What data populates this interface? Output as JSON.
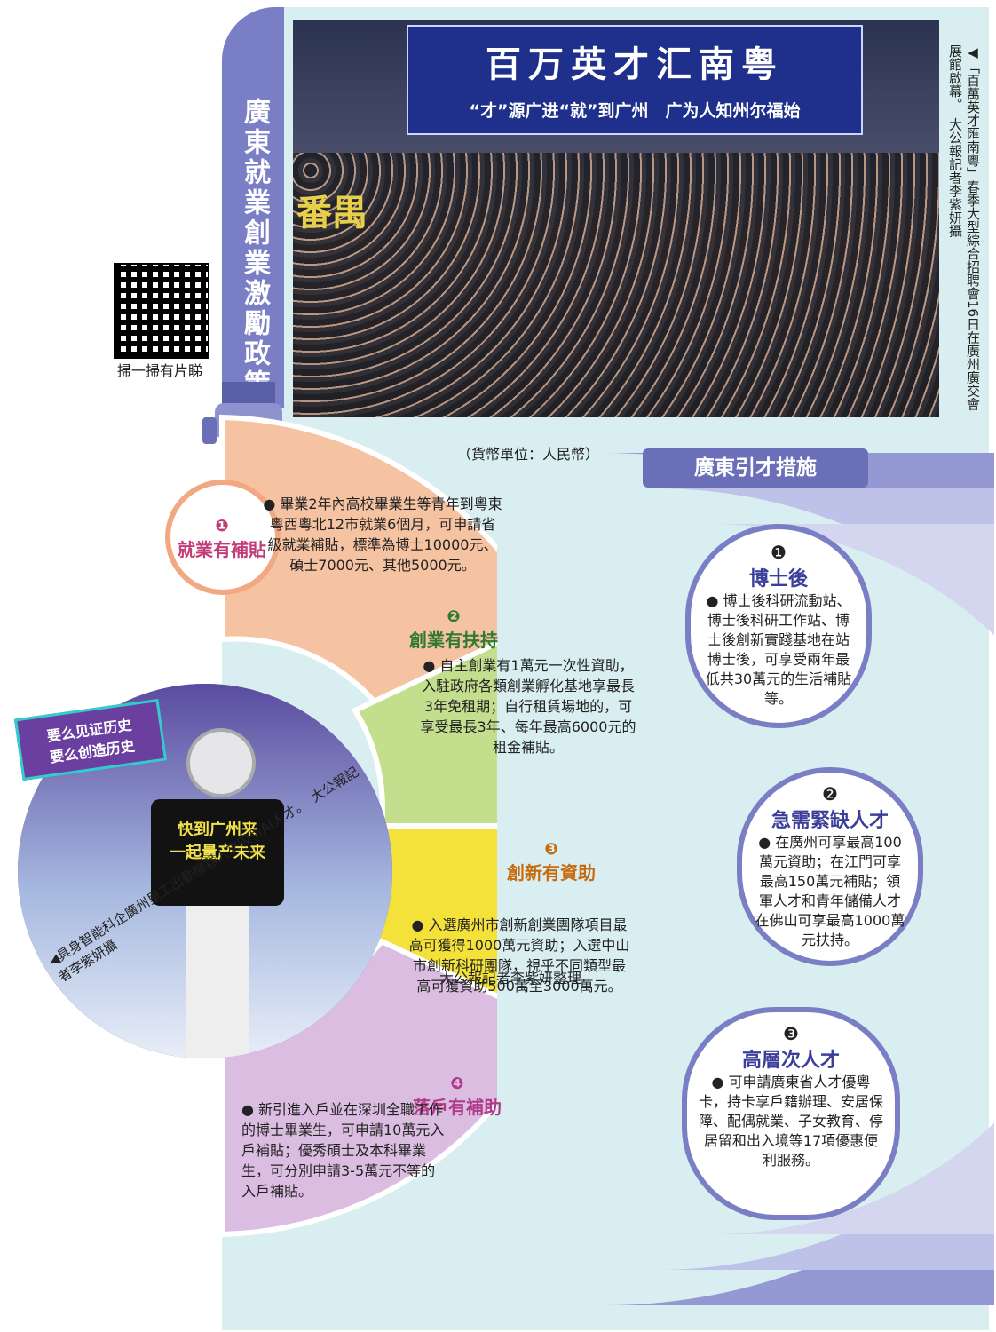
{
  "vertical_title": "廣東就業創業激勵政策",
  "photo": {
    "banner_title": "百万英才汇南粤",
    "banner_subtitle": "“才”源广进“就”到广州　广为人知州尔福始",
    "sign_text": "番禺",
    "caption": "◀「百萬英才匯南粵」春季大型綜合招聘會16日在廣州廣交會展館啟幕。　大公報記者李紫妍攝"
  },
  "qr": {
    "label": "掃一掃有片睇"
  },
  "currency_note": "（貨幣單位：人民幣）",
  "left": {
    "sectors": [
      {
        "num": "❶",
        "title": "就業有補貼",
        "text": "● 畢業2年內高校畢業生等青年到粵東粵西粵北12市就業6個月，可申請省級就業補貼，標準為博士10000元、碩士7000元、其他5000元。"
      },
      {
        "num": "❷",
        "title": "創業有扶持",
        "text": "● 自主創業有1萬元一次性資助，入駐政府各類創業孵化基地享最長3年免租期；自行租賃場地的，可享受最長3年、每年最高6000元的租金補貼。"
      },
      {
        "num": "❸",
        "title": "創新有資助",
        "text": "● 入選廣州市創新創業團隊項目最高可獲得1000萬元資助；入選中山市創新科研團隊，視乎不同類型最高可獲資助500萬至3000萬元。"
      },
      {
        "num": "❹",
        "title": "落戶有補助",
        "text": "● 新引進入戶並在深圳全職工作的博士畢業生，可申請10萬元入戶補貼；優秀碩士及本科畢業生，可分別申請3-5萬元不等的入戶補貼。"
      }
    ]
  },
  "robot_photo": {
    "sign_line1": "要么见证历史",
    "sign_line2": "要么创造历史",
    "shirt_line1": "快到广州来",
    "shirt_line2": "一起量产未来",
    "caption": "◀具身智能科企廣州里工出動機器人來吸引AI人才。　大公報記者李紫妍攝"
  },
  "right": {
    "heading": "廣東引才措施",
    "items": [
      {
        "num": "❶",
        "title": "博士後",
        "text": "● 博士後科研流動站、博士後科研工作站、博士後創新實踐基地在站博士後，可享受兩年最低共30萬元的生活補貼等。"
      },
      {
        "num": "❷",
        "title": "急需緊缺人才",
        "text": "● 在廣州可享最高100萬元資助；在江門可享最高150萬元補貼；領軍人才和青年儲備人才在佛山可享最高1000萬元扶持。"
      },
      {
        "num": "❸",
        "title": "高層次人才",
        "text": "● 可申請廣東省人才優粵卡，持卡享戶籍辦理、安居保障、配偶就業、子女教育、停居留和出入境等17項優惠便利服務。"
      }
    ]
  },
  "credit": "大公報記者李紫妍整理",
  "colors": {
    "purple": "#7a7ec4",
    "orange": "#f6c3a2",
    "green": "#c3de8c",
    "yellow": "#f4e23a",
    "lilac": "#dcbde2",
    "bg": "#d8eef0"
  }
}
